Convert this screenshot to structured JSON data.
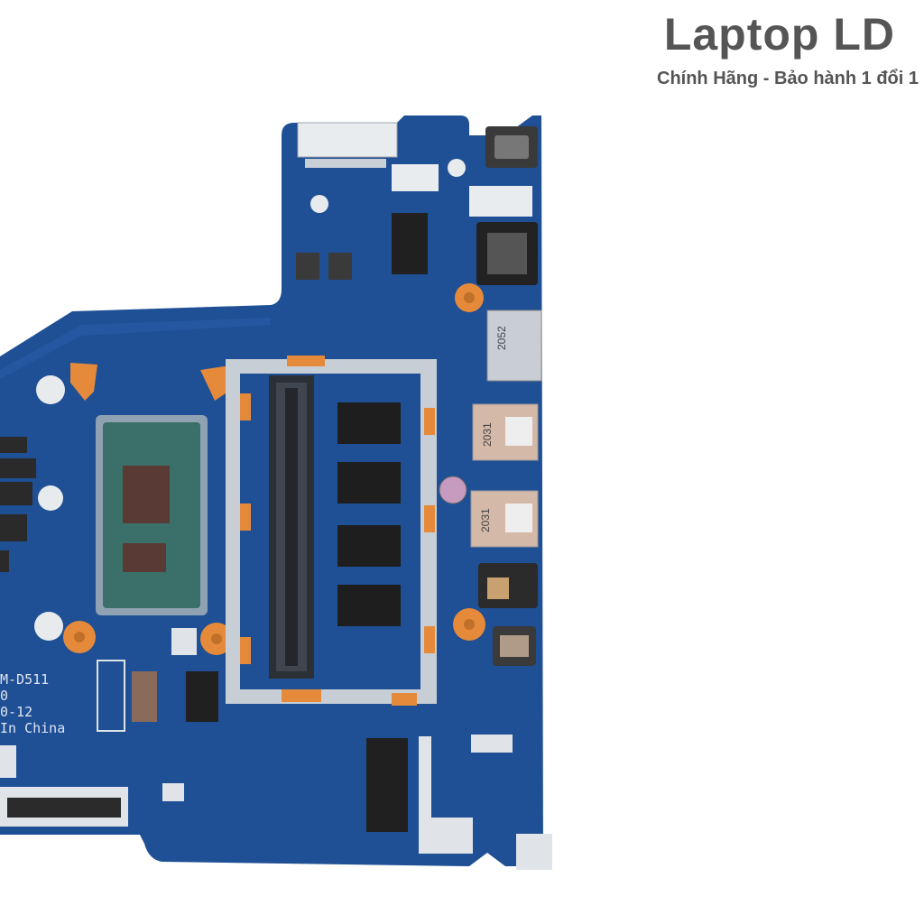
{
  "brand": {
    "title": "Laptop LD",
    "subtitle": "Chính Hãng - Bảo hành 1 đổi 1"
  },
  "board": {
    "silkscreen": {
      "model": "M-D511",
      "rev": "0",
      "date": "0-12",
      "origin": "In China"
    },
    "chip_labels": [
      "2052",
      "2031",
      "2031"
    ],
    "colors": {
      "pcb": "#1f4f94",
      "pcb_dark": "#16407e",
      "pad_gold": "#e58a3a",
      "die": "#3a6f6a"
    }
  }
}
